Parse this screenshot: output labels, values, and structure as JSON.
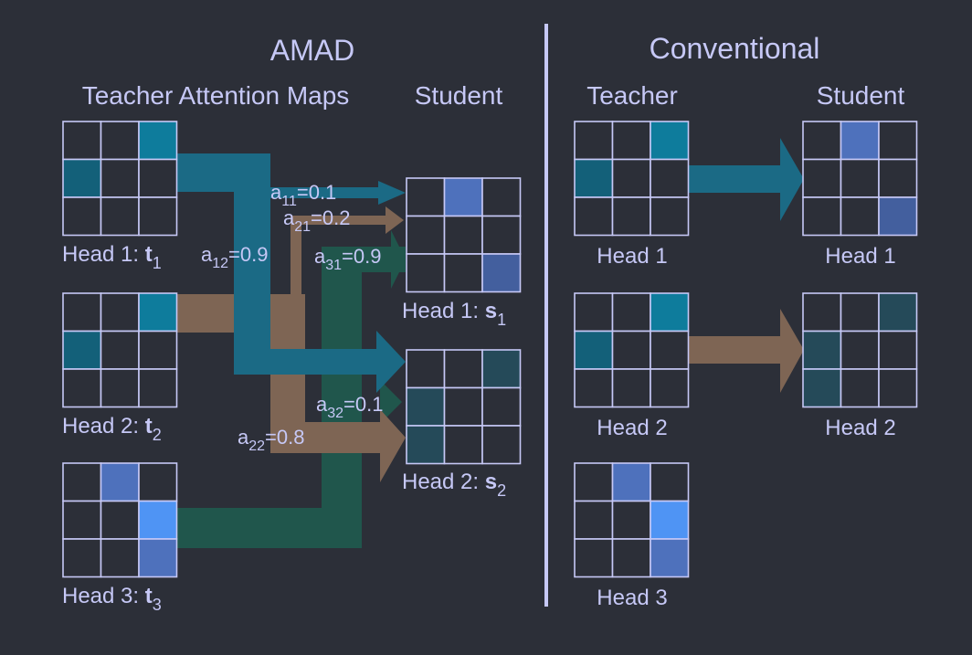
{
  "colors": {
    "background": "#2c2f38",
    "text": "#c6c8f6",
    "grid": "#c6c8f6",
    "divider": "#c6c8f6",
    "flow_head1": "#1b6a85",
    "flow_head2": "#7e6554",
    "flow_head3": "#20564c",
    "cell_teal": "#0e7c9c",
    "cell_teal_dark": "#136079",
    "cell_mid": "#4e71bc",
    "cell_bright": "#4f94f4",
    "cell_navy": "#435f9e",
    "cell_slate": "#254a59"
  },
  "amad": {
    "title": "AMAD",
    "teacher_header": "Teacher Attention Maps",
    "student_header": "Student",
    "teacher_heads": [
      {
        "label": "Head 1: ",
        "var": "t",
        "sub": "1"
      },
      {
        "label": "Head 2: ",
        "var": "t",
        "sub": "2"
      },
      {
        "label": "Head 3: ",
        "var": "t",
        "sub": "3"
      }
    ],
    "student_heads": [
      {
        "label": "Head 1: ",
        "var": "s",
        "sub": "1"
      },
      {
        "label": "Head 2: ",
        "var": "s",
        "sub": "2"
      }
    ],
    "coefficients": [
      {
        "sym": "a",
        "sub": "11",
        "val": "=0.1"
      },
      {
        "sym": "a",
        "sub": "21",
        "val": "=0.2"
      },
      {
        "sym": "a",
        "sub": "12",
        "val": "=0.9"
      },
      {
        "sym": "a",
        "sub": "31",
        "val": "=0.9"
      },
      {
        "sym": "a",
        "sub": "32",
        "val": "=0.1"
      },
      {
        "sym": "a",
        "sub": "22",
        "val": "=0.8"
      }
    ]
  },
  "conventional": {
    "title": "Conventional",
    "teacher_header": "Teacher",
    "student_header": "Student",
    "teacher_heads": [
      "Head 1",
      "Head 2",
      "Head 3"
    ],
    "student_heads": [
      "Head 1",
      "Head 2"
    ]
  },
  "cell_shading": {
    "teacher_head1": [
      "",
      "",
      "cell_teal",
      "cell_teal_dark",
      "",
      "",
      "",
      "",
      ""
    ],
    "teacher_head2": [
      "",
      "",
      "cell_teal",
      "cell_teal_dark",
      "",
      "",
      "",
      "",
      ""
    ],
    "teacher_head3": [
      "",
      "cell_mid",
      "",
      "",
      "",
      "cell_bright",
      "",
      "",
      "cell_mid"
    ],
    "student_head1": [
      "",
      "cell_mid",
      "",
      "",
      "",
      "",
      "",
      "",
      "cell_navy"
    ],
    "student_head2": [
      "",
      "",
      "cell_slate",
      "cell_slate",
      "",
      "",
      "cell_slate",
      "",
      ""
    ]
  }
}
